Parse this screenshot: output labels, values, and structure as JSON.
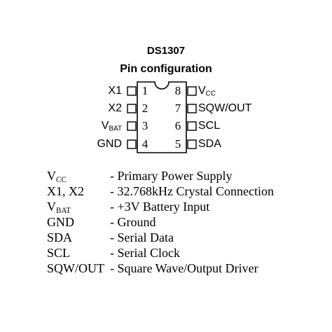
{
  "title": "DS1307",
  "subtitle": "Pin configuration",
  "pins_left": [
    {
      "num": "1",
      "name": "X1",
      "sub": ""
    },
    {
      "num": "2",
      "name": "X2",
      "sub": ""
    },
    {
      "num": "3",
      "name": "V",
      "sub": "BAT"
    },
    {
      "num": "4",
      "name": "GND",
      "sub": ""
    }
  ],
  "pins_right": [
    {
      "num": "8",
      "name": "V",
      "sub": "CC"
    },
    {
      "num": "7",
      "name": "SQW/OUT",
      "sub": ""
    },
    {
      "num": "6",
      "name": "SCL",
      "sub": ""
    },
    {
      "num": "5",
      "name": "SDA",
      "sub": ""
    }
  ],
  "legend": [
    {
      "key": "V",
      "sub": "CC",
      "desc": "- Primary Power Supply"
    },
    {
      "key": "X1, X2",
      "sub": "",
      "desc": "- 32.768kHz Crystal Connection"
    },
    {
      "key": "V",
      "sub": "BAT",
      "desc": "- +3V Battery Input"
    },
    {
      "key": "GND",
      "sub": "",
      "desc": "- Ground"
    },
    {
      "key": "SDA",
      "sub": "",
      "desc": "- Serial Data"
    },
    {
      "key": "SCL",
      "sub": "",
      "desc": "- Serial Clock"
    },
    {
      "key": "SQW/OUT",
      "sub": "",
      "desc": "- Square Wave/Output Driver"
    }
  ]
}
